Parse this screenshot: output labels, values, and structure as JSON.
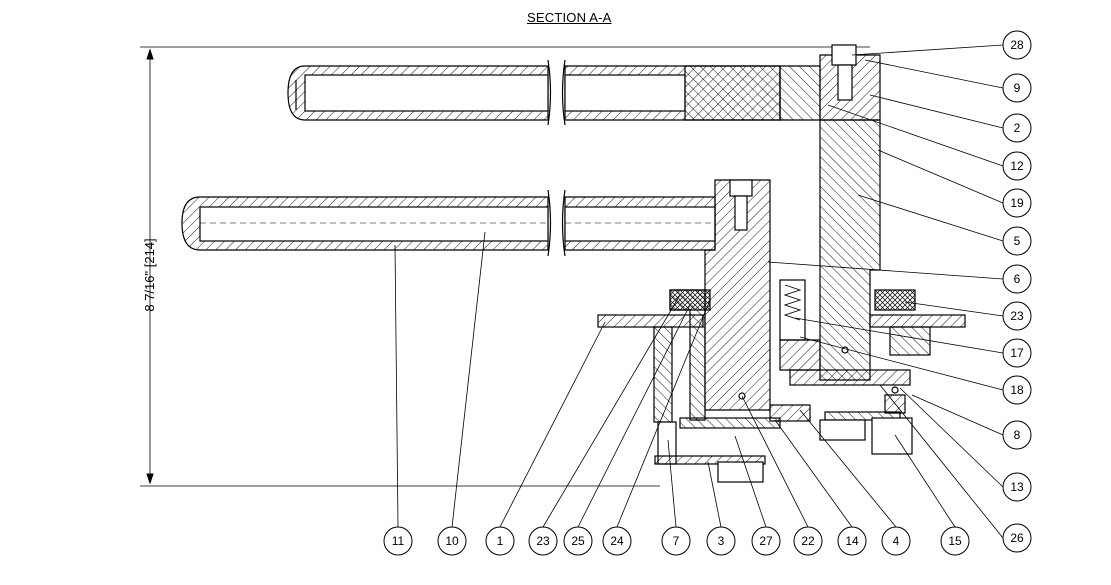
{
  "title": "SECTION A-A",
  "dimension": {
    "label": "8 7/16\" [214]"
  },
  "balloons_right": [
    "28",
    "9",
    "2",
    "12",
    "19",
    "5",
    "6",
    "23",
    "17",
    "18",
    "8",
    "13",
    "26"
  ],
  "balloons_bottom": [
    "11",
    "10",
    "1",
    "23",
    "25",
    "24",
    "7",
    "3",
    "27",
    "22",
    "14",
    "4",
    "15"
  ],
  "colors": {
    "line": "#000000",
    "background": "#ffffff"
  }
}
